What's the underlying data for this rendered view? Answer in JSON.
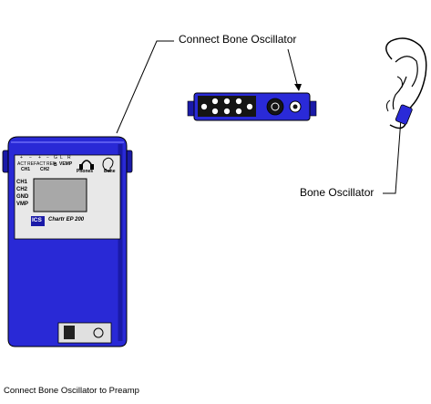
{
  "labels": {
    "connect": "Connect Bone Oscillator",
    "bone_oscillator": "Bone Oscillator",
    "caption": "Connect Bone Oscillator to Preamp"
  },
  "device": {
    "brand": "ICS",
    "model": "Chartr EP 200",
    "ports_top": [
      "+",
      "−",
      "+",
      "−",
      "G",
      "L",
      "R"
    ],
    "port_labels": [
      "ACT",
      "REF",
      "ACT",
      "REF",
      "VEMP",
      "B"
    ],
    "channel_labels": [
      "CH1",
      "CH2"
    ],
    "icon_labels": [
      "Phones",
      "Bone"
    ],
    "side_labels": [
      "CH1",
      "CH2",
      "GND",
      "VMP"
    ]
  },
  "colors": {
    "device_blue": "#2929d6",
    "device_dark": "#1a1aa8",
    "panel_gray": "#e8e8e8",
    "screen_gray": "#a8a8a8",
    "oscillator_blue": "#2a2ad8",
    "line": "#000000"
  }
}
